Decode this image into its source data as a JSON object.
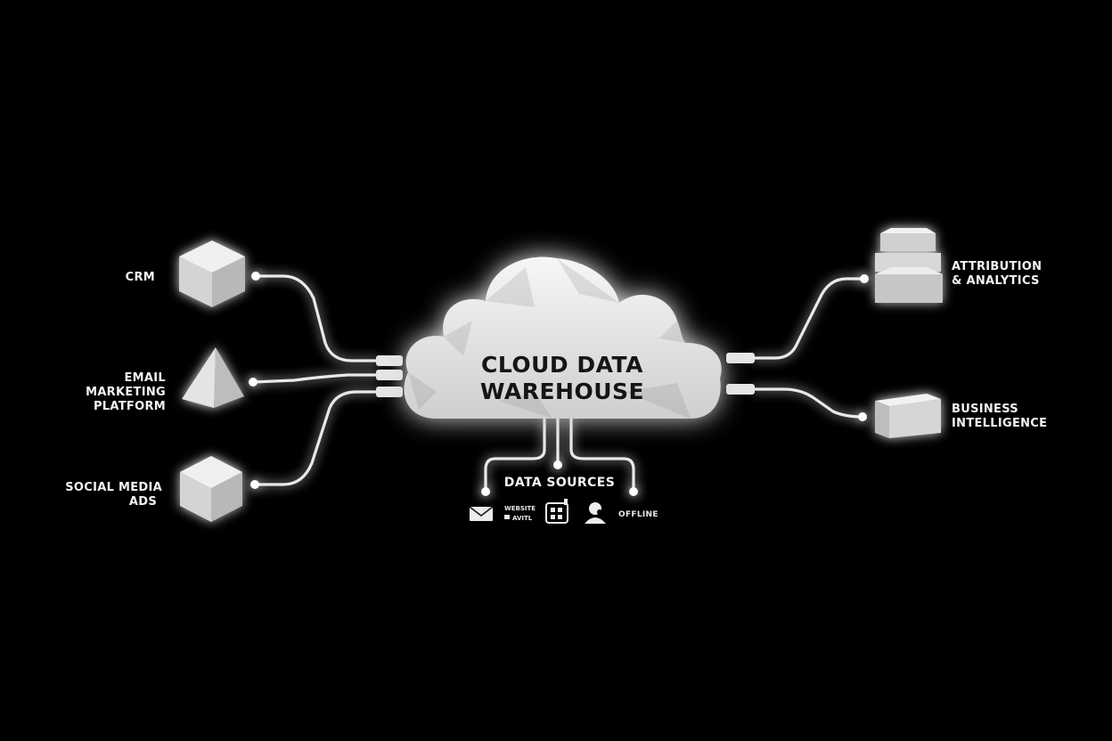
{
  "center": {
    "title_line1": "CLOUD DATA",
    "title_line2": "WAREHOUSE"
  },
  "inputs": {
    "crm": "CRM",
    "email_line1": "EMAIL",
    "email_line2": "MARKETING",
    "email_line3": "PLATFORM",
    "social_line1": "SOCIAL MEDIA",
    "social_line2": "ADS"
  },
  "outputs": {
    "attribution_line1": "ATTRIBUTION",
    "attribution_line2": "& ANALYTICS",
    "bi_line1": "BUSINESS",
    "bi_line2": "INTELLIGENCE"
  },
  "data_sources": {
    "title": "DATA SOURCES",
    "icons": [
      "envelope-icon",
      "website-icon",
      "app-grid-icon",
      "user-pin-icon"
    ],
    "website_line1": "WEBSITE",
    "website_line2": "AVITL",
    "offline": "OFFLINE"
  },
  "colors": {
    "background": "#000000",
    "node": "#dcdcdc",
    "wire": "#e9e9e9",
    "text": "#f2f2f2"
  }
}
